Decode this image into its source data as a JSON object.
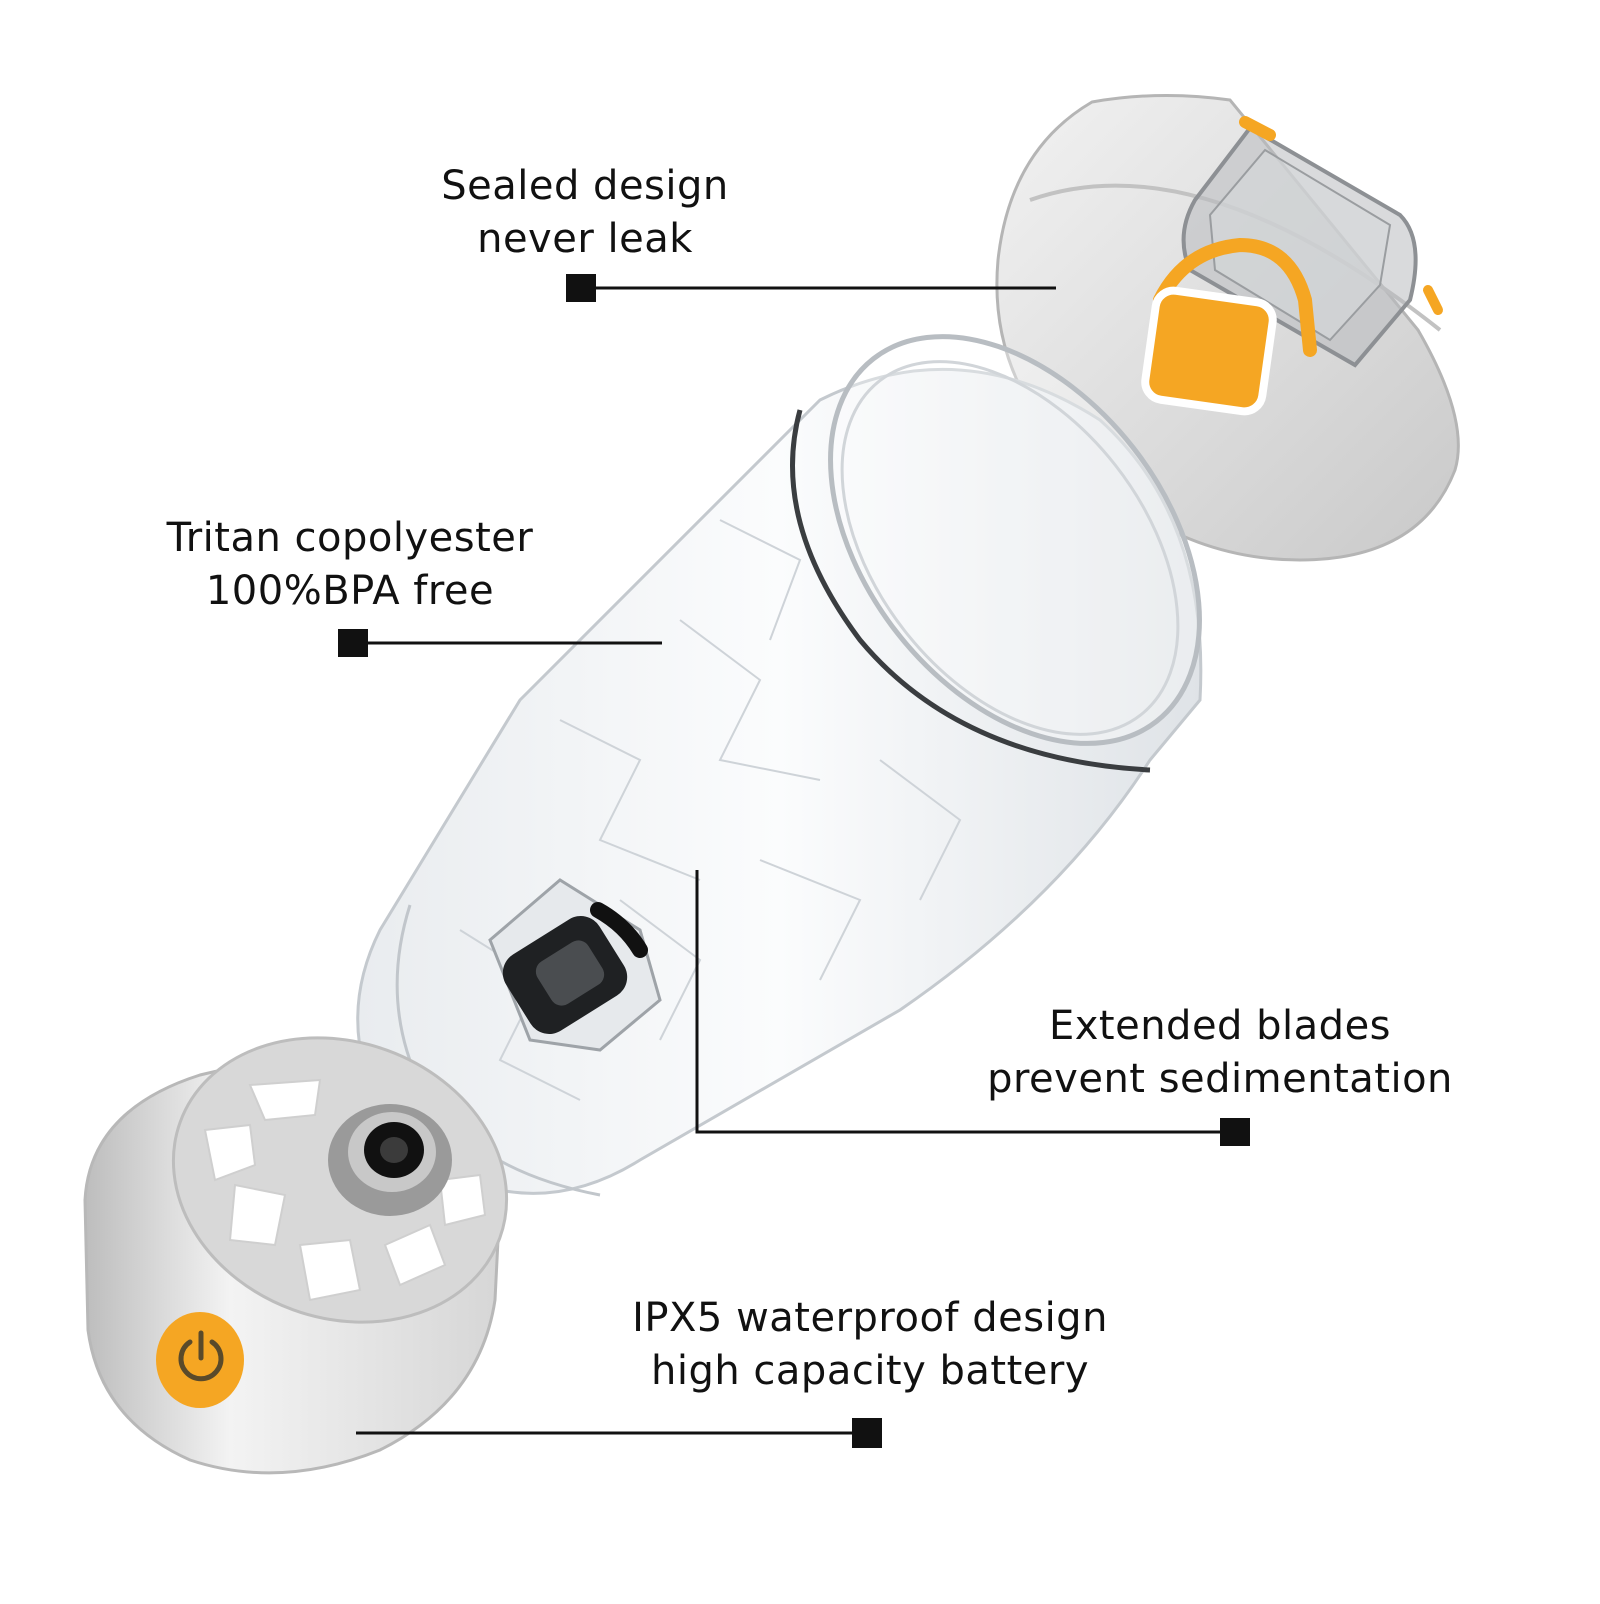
{
  "callouts": [
    {
      "id": "sealed",
      "lines": [
        "Sealed design",
        "never leak"
      ]
    },
    {
      "id": "tritan",
      "lines": [
        "Tritan copolyester",
        "100%BPA free"
      ]
    },
    {
      "id": "blades",
      "lines": [
        "Extended blades",
        "prevent sedimentation"
      ]
    },
    {
      "id": "battery",
      "lines": [
        "IPX5 waterproof design",
        "high capacity battery"
      ]
    }
  ],
  "colors": {
    "accent": "#f5a623",
    "lid_gray": "#d9d9d9",
    "base_gray": "#e2e2e2",
    "line": "#111111"
  },
  "icons": [
    "power-icon",
    "flip-lid-latch",
    "blade-assembly",
    "drive-shaft"
  ]
}
